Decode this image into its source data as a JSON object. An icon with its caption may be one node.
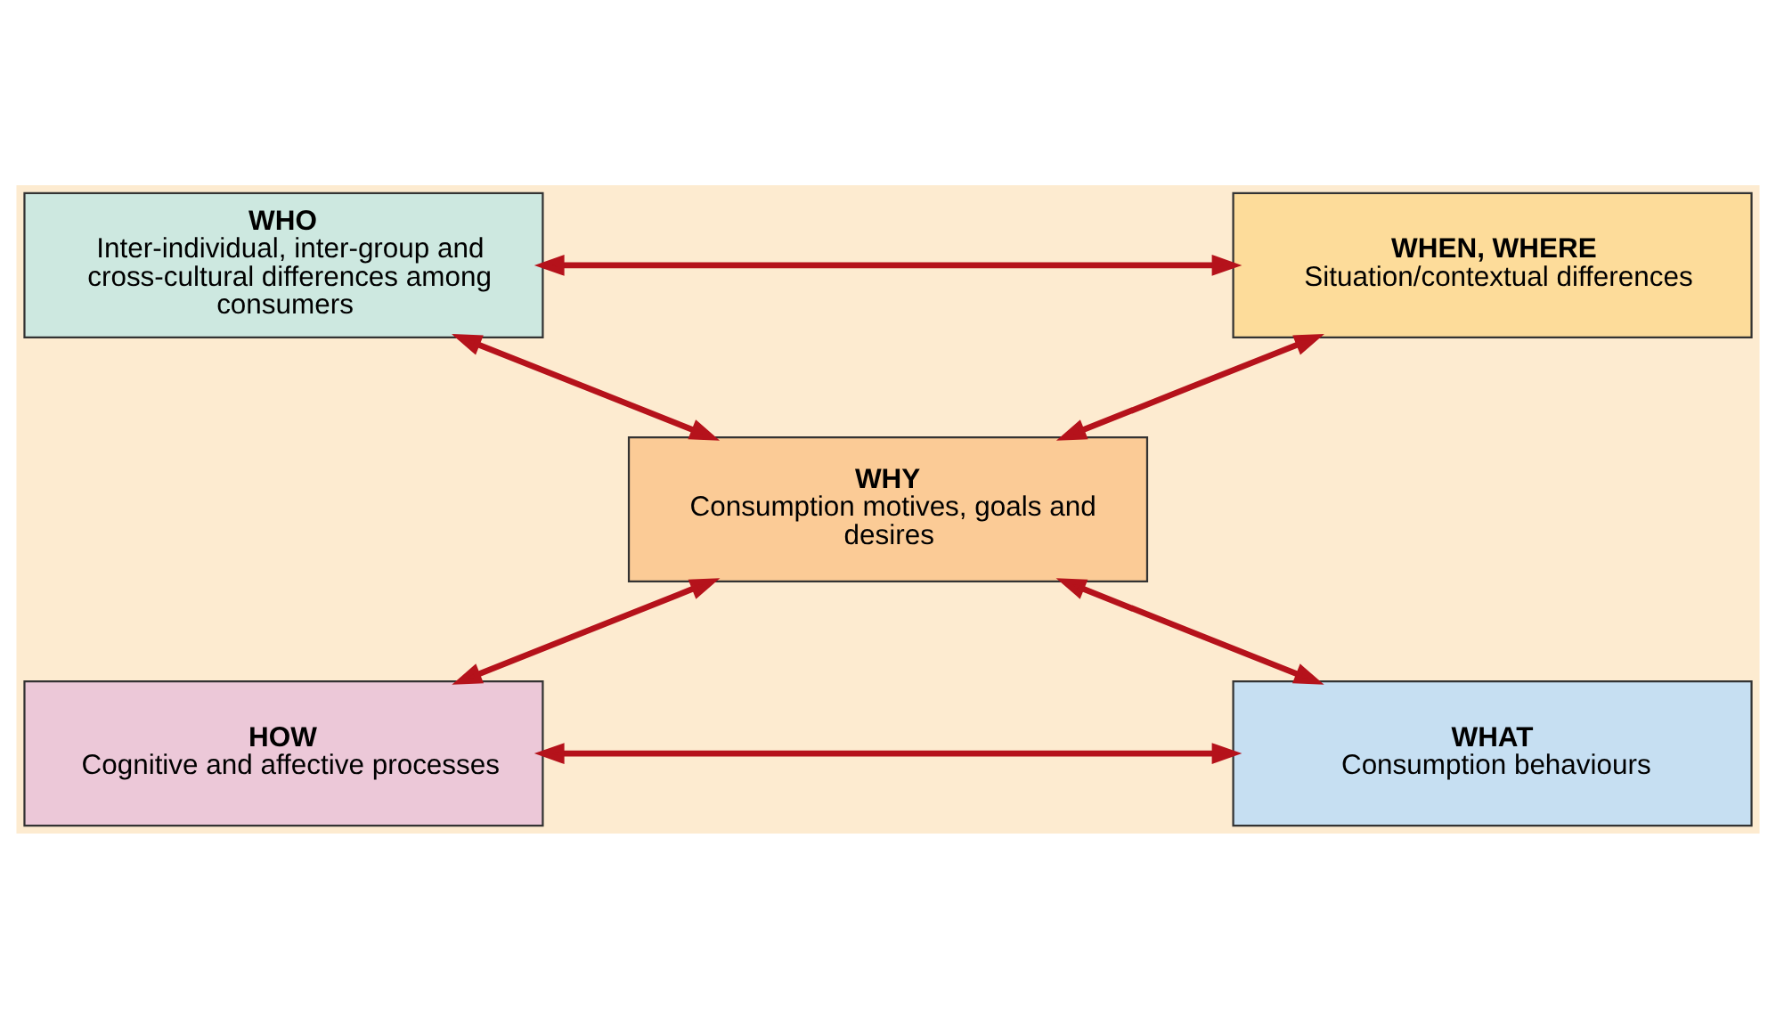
{
  "diagram": {
    "nodes": [
      {
        "text": [
          "WHO",
          "Inter-individual, inter-group and cross-cultural differences among consumers"
        ]
      },
      {
        "text": [
          "WHEN, WHERE",
          "Situation/contextual differences"
        ]
      },
      {
        "text": [
          "WHY",
          "Consumption motives, goals and desires"
        ]
      },
      {
        "text": [
          "HOW",
          "Cognitive and affective processes"
        ]
      },
      {
        "text": [
          "WHAT",
          "Consumption behaviours"
        ]
      }
    ],
    "edges": [
      {
        "from": 0,
        "to": 1,
        "arrow": "both"
      },
      {
        "from": 0,
        "to": 2,
        "arrow": "both"
      },
      {
        "from": 1,
        "to": 2,
        "arrow": "both"
      },
      {
        "from": 2,
        "to": 3,
        "arrow": "both"
      },
      {
        "from": 2,
        "to": 4,
        "arrow": "both"
      },
      {
        "from": 3,
        "to": 4,
        "arrow": "both"
      }
    ]
  }
}
